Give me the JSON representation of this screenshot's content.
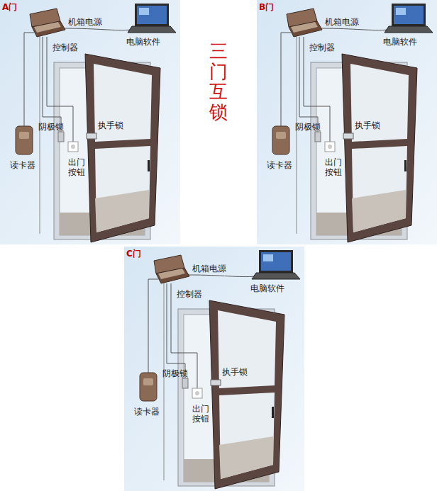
{
  "diagram": {
    "title": "三门互锁",
    "nodes": [
      {
        "text": [
          "A门",
          "机箱电源",
          "控制器",
          "电脑软件",
          "阴极锁",
          "执手锁",
          "读卡器",
          "出门 按钮"
        ]
      },
      {
        "text": [
          "B门",
          "机箱电源",
          "控制器",
          "电脑软件",
          "阴极锁",
          "执手锁",
          "读卡器",
          "出门 按钮"
        ]
      },
      {
        "text": [
          "C门",
          "机箱电源",
          "控制器",
          "电脑软件",
          "阴极锁",
          "执手锁",
          "读卡器",
          "出门 按钮"
        ]
      }
    ]
  }
}
